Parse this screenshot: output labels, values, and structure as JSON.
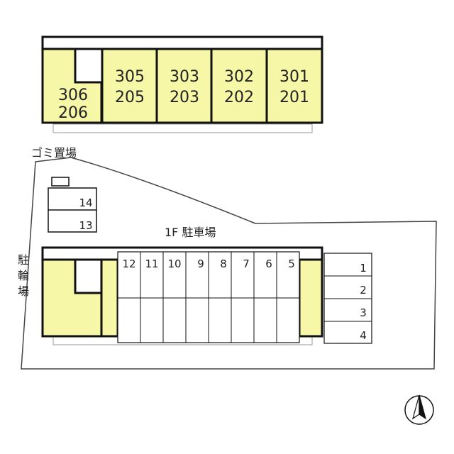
{
  "colors": {
    "unit_fill": "#f7f7a8",
    "line": "#111111",
    "fill_white": "#ffffff"
  },
  "building": {
    "units": [
      {
        "upper": "306",
        "lower": "206"
      },
      {
        "upper": "305",
        "lower": "205"
      },
      {
        "upper": "303",
        "lower": "203"
      },
      {
        "upper": "302",
        "lower": "202"
      },
      {
        "upper": "301",
        "lower": "201"
      }
    ]
  },
  "garbage_label": "ゴミ置場",
  "parking_label": "1F 駐車場",
  "bicycle_label": [
    "駐",
    "輪",
    "場"
  ],
  "side_slots": [
    "14",
    "13"
  ],
  "parking_slots": [
    "12",
    "11",
    "10",
    "9",
    "8",
    "7",
    "6",
    "5"
  ],
  "right_slots": [
    "1",
    "2",
    "3",
    "4"
  ],
  "compass_icon": "north-arrow-icon"
}
